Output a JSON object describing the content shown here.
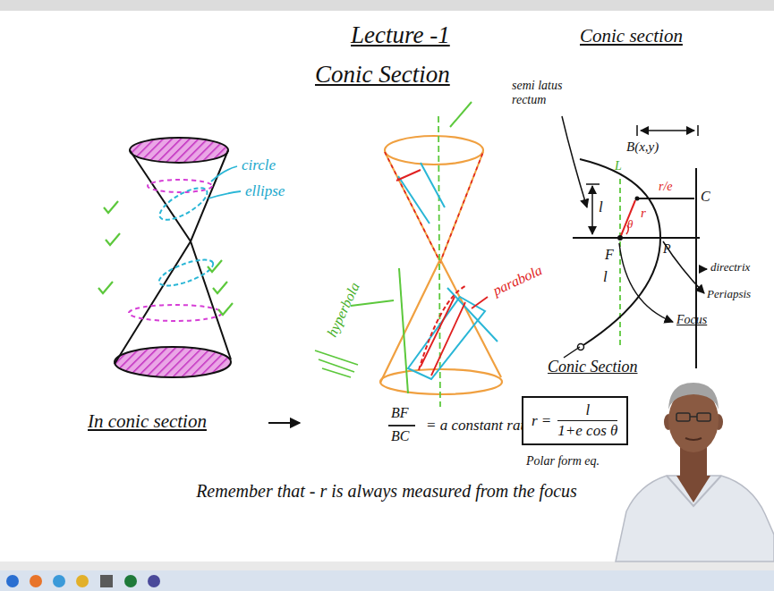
{
  "diagram": {
    "title": "Lecture -1",
    "nodes": [
      {
        "text": [
          "r =",
          "l",
          "1+e cos θ"
        ]
      }
    ],
    "labels": [
      "Conic Section",
      "Conic section",
      "circle",
      "ellipse",
      "parabola",
      "hyperbola",
      "semi latus rectum",
      "B(x,y)",
      "r/e",
      "C",
      "l",
      "r",
      "θ",
      "F",
      "P",
      "l",
      "L",
      "directrix",
      "Periapsis",
      "Focus",
      "Conic Section",
      "In conic section",
      "BF",
      "BC",
      "= a constant ratio",
      "Polar form eq.",
      "Remember that - r is always measured from the focus"
    ]
  }
}
